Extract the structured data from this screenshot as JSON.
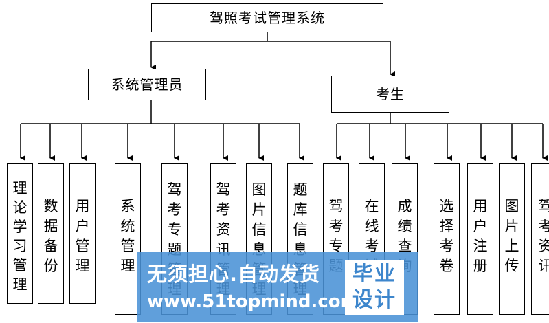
{
  "root": {
    "label": "驾照考试管理系统"
  },
  "admin": {
    "label": "系统管理员",
    "children": [
      "理论学习管理",
      "数据备份",
      "用户管理",
      "系统管理",
      "驾考专题管理",
      "驾考资讯管理",
      "图片信息管理",
      "题库信息管理"
    ]
  },
  "examinee": {
    "label": "考生",
    "children": [
      "驾考专题",
      "在线考试",
      "成绩查询",
      "选择考卷",
      "用户注册",
      "图片上传",
      "驾考资讯"
    ]
  },
  "watermark": {
    "slogan": "无须担心.自动发货",
    "url": "www.51topmind.com",
    "badge_line1": "毕业",
    "badge_line2": "设计"
  }
}
